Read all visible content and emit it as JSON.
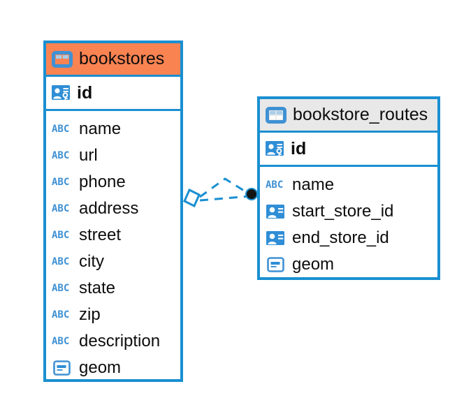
{
  "diagram": {
    "type": "entity-relationship-diagram",
    "accent_blue": "#1a8fd1",
    "icon_blue": "#3f91d4",
    "header_orange": "#fa8352",
    "header_gray": "#e8e8e8",
    "text_color": "#0d0d0d",
    "background": "#ffffff"
  },
  "entities": [
    {
      "name": "bookstores",
      "header_label": "bookstores",
      "header_color": "#fa8352",
      "table_icon": "table-icon",
      "primary_key": {
        "label": "id",
        "icon": "primary-key-icon"
      },
      "fields": [
        {
          "label": "name",
          "icon": "abc-icon",
          "icon_text": "ABC"
        },
        {
          "label": "url",
          "icon": "abc-icon",
          "icon_text": "ABC"
        },
        {
          "label": "phone",
          "icon": "abc-icon",
          "icon_text": "ABC"
        },
        {
          "label": "address",
          "icon": "abc-icon",
          "icon_text": "ABC"
        },
        {
          "label": "street",
          "icon": "abc-icon",
          "icon_text": "ABC"
        },
        {
          "label": "city",
          "icon": "abc-icon",
          "icon_text": "ABC"
        },
        {
          "label": "state",
          "icon": "abc-icon",
          "icon_text": "ABC"
        },
        {
          "label": "zip",
          "icon": "abc-icon",
          "icon_text": "ABC"
        },
        {
          "label": "description",
          "icon": "abc-icon",
          "icon_text": "ABC"
        },
        {
          "label": "geom",
          "icon": "geometry-icon",
          "icon_text": ""
        }
      ]
    },
    {
      "name": "bookstore_routes",
      "header_label": "bookstore_routes",
      "header_color": "#e8e8e8",
      "table_icon": "table-icon",
      "primary_key": {
        "label": "id",
        "icon": "primary-key-icon"
      },
      "fields": [
        {
          "label": "name",
          "icon": "abc-icon",
          "icon_text": "ABC"
        },
        {
          "label": "start_store_id",
          "icon": "foreign-key-icon",
          "icon_text": ""
        },
        {
          "label": "end_store_id",
          "icon": "foreign-key-icon",
          "icon_text": ""
        },
        {
          "label": "geom",
          "icon": "geometry-icon",
          "icon_text": ""
        }
      ]
    }
  ],
  "relationship": {
    "from_entity": "bookstores",
    "to_entity": "bookstore_routes",
    "line_style": "dashed",
    "line_color": "#1a8fd1",
    "source_marker": "diamond-marker",
    "target_marker": "filled-circle-marker"
  }
}
